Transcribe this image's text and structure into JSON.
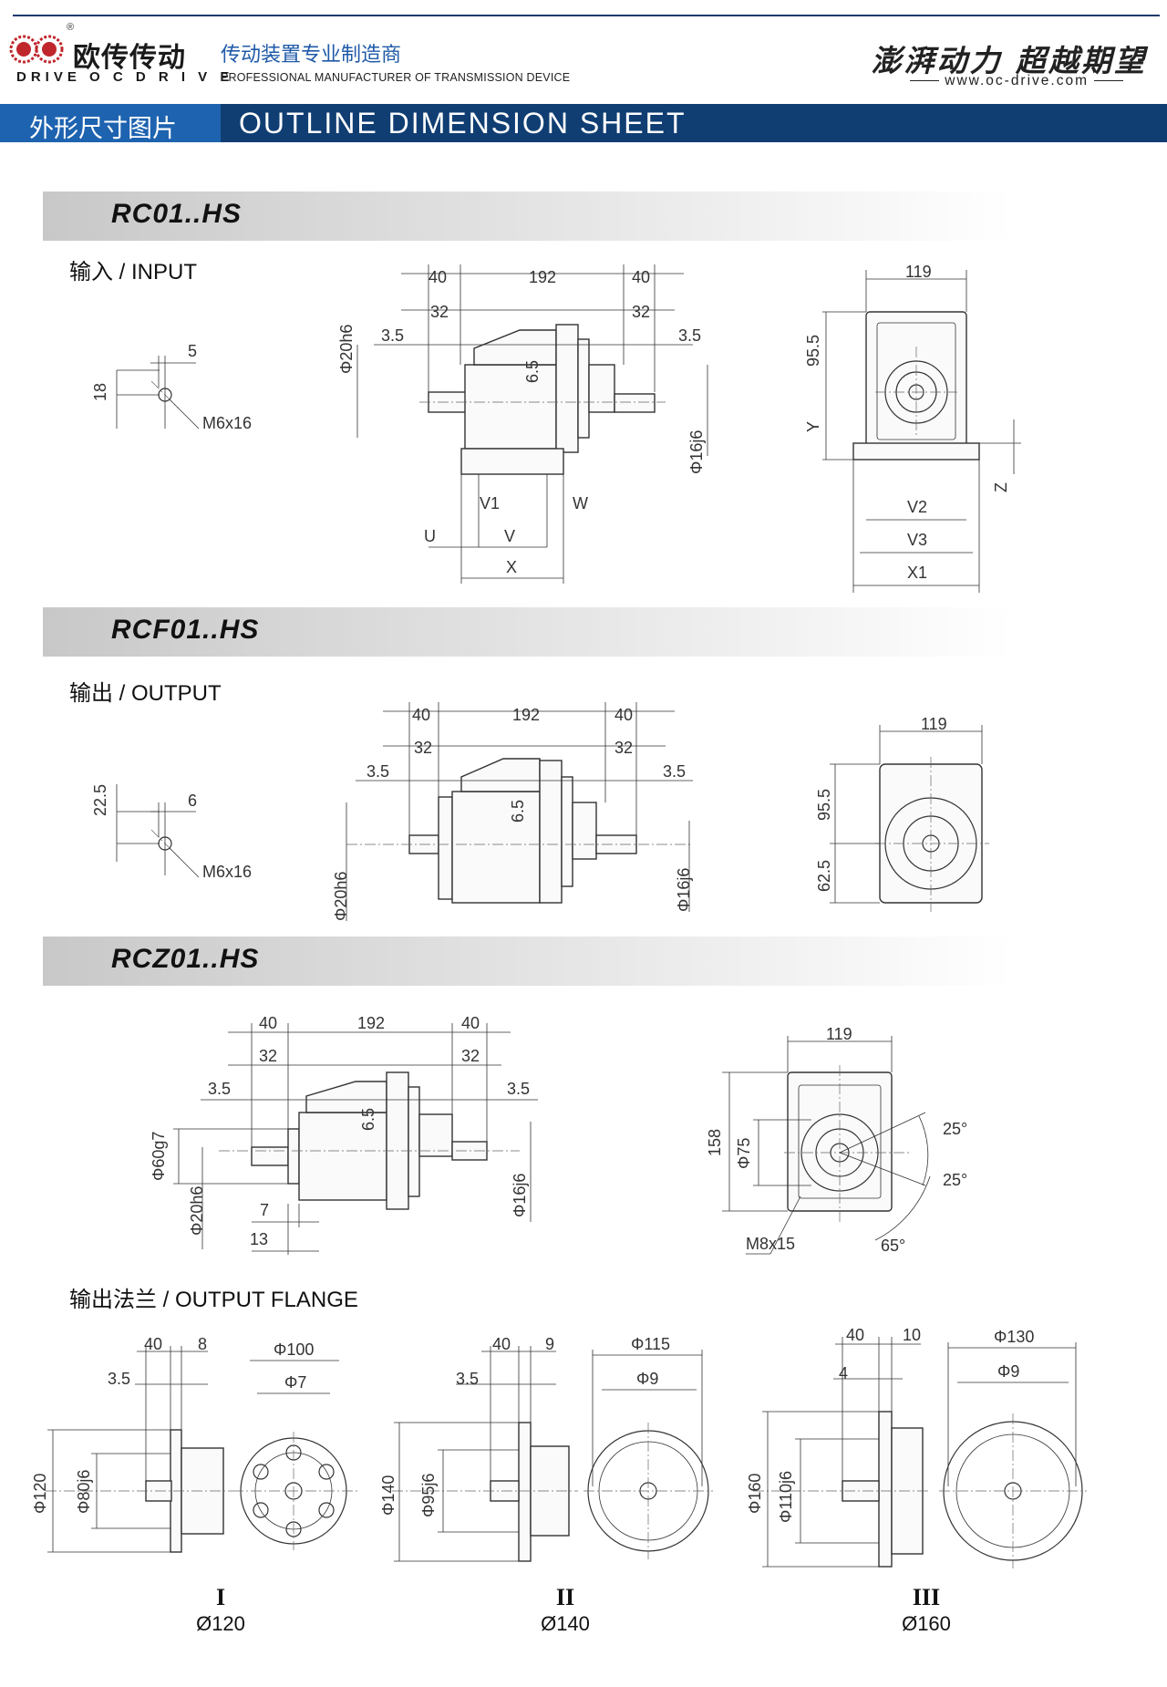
{
  "header": {
    "logo_cn": "欧传传动",
    "logo_en": "DRIVE  O C D R I V E",
    "registered": "®",
    "tagline_cn": "传动装置专业制造商",
    "tagline_en": "PROFESSIONAL MANUFACTURER OF TRANSMISSION DEVICE",
    "slogan_cn": "澎湃动力 超越期望",
    "website": "www.oc-drive.com"
  },
  "banner": {
    "title_cn": "外形尺寸图片",
    "title_en": "OUTLINE DIMENSION SHEET"
  },
  "sections": [
    {
      "title": "RC01..HS",
      "subtitle": "输入 / INPUT",
      "labels": {
        "key": {
          "width": "5",
          "height": "18",
          "thread": "M6x16"
        },
        "side": {
          "top1": "40",
          "top2": "192",
          "top3": "40",
          "inner1": "32",
          "inner2": "32",
          "off1": "3.5",
          "off2": "3.5",
          "shaft_in": "Φ20h6",
          "shaft_out": "Φ16j6",
          "gap": "6.5",
          "v1": "V1",
          "w": "W",
          "u": "U",
          "v": "V",
          "x": "X"
        },
        "end": {
          "width": "119",
          "height": "95.5",
          "y": "Y",
          "z": "Z",
          "v2": "V2",
          "v3": "V3",
          "x1": "X1"
        }
      }
    },
    {
      "title": "RCF01..HS",
      "subtitle": "输出 / OUTPUT",
      "labels": {
        "key": {
          "width": "6",
          "height": "22.5",
          "thread": "M6x16"
        },
        "side": {
          "top1": "40",
          "top2": "192",
          "top3": "40",
          "inner1": "32",
          "inner2": "32",
          "off1": "3.5",
          "off2": "3.5",
          "shaft_in": "Φ20h6",
          "shaft_out": "Φ16j6",
          "gap": "6.5"
        },
        "end": {
          "width": "119",
          "h1": "95.5",
          "h2": "62.5"
        }
      }
    },
    {
      "title": "RCZ01..HS",
      "labels": {
        "side": {
          "top1": "40",
          "top2": "192",
          "top3": "40",
          "inner1": "32",
          "inner2": "32",
          "off1": "3.5",
          "off2": "3.5",
          "pilot": "Φ60g7",
          "shaft_in": "Φ20h6",
          "shaft_out": "Φ16j6",
          "gap": "6.5",
          "d7": "7",
          "d13": "13"
        },
        "end": {
          "width": "119",
          "height": "158",
          "pcd": "Φ75",
          "a1": "25°",
          "a2": "25°",
          "a3": "65°",
          "thread": "M8x15"
        }
      }
    }
  ],
  "flange_section": {
    "subtitle": "输出法兰 / OUTPUT FLANGE",
    "flanges": [
      {
        "roman": "I",
        "diameter": "Ø120",
        "l40": "40",
        "thick": "8",
        "off": "3.5",
        "outer": "Φ120",
        "spigot": "Φ80j6",
        "pcd": "Φ100",
        "hole": "Φ7"
      },
      {
        "roman": "II",
        "diameter": "Ø140",
        "l40": "40",
        "thick": "9",
        "off": "3.5",
        "outer": "Φ140",
        "spigot": "Φ95j6",
        "pcd": "Φ115",
        "hole": "Φ9"
      },
      {
        "roman": "III",
        "diameter": "Ø160",
        "l40": "40",
        "thick": "10",
        "off": "4",
        "outer": "Φ160",
        "spigot": "Φ110j6",
        "pcd": "Φ130",
        "hole": "Φ9"
      }
    ]
  }
}
